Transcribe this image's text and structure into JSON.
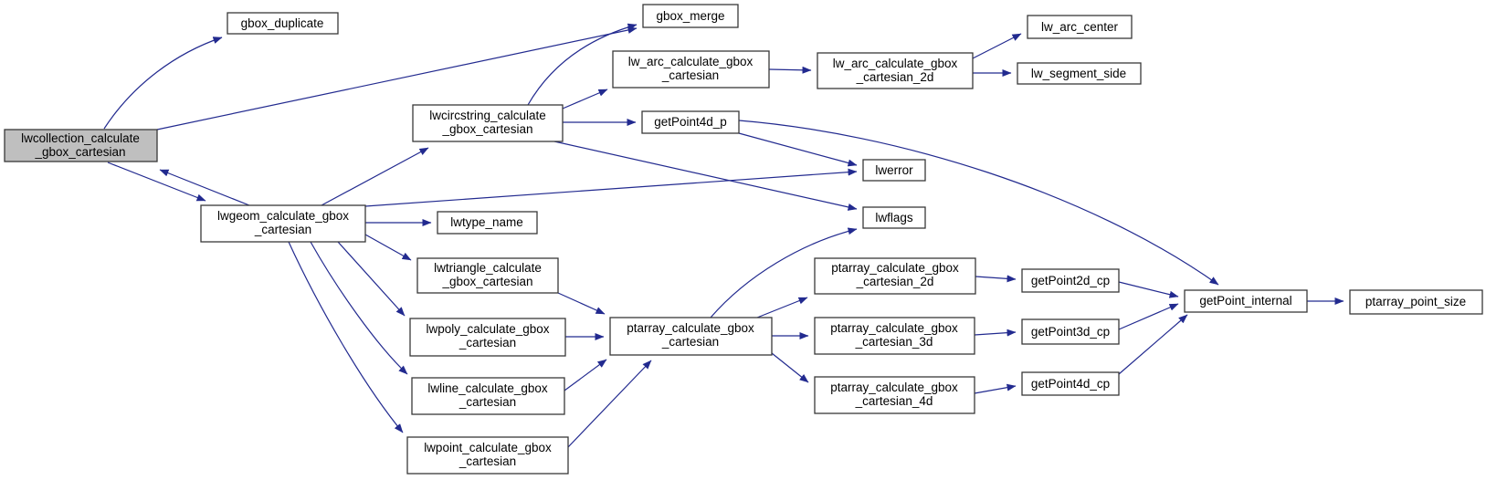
{
  "diagram": {
    "type": "call-graph",
    "root_function": "lwcollection_calculate_gbox_cartesian",
    "colors": {
      "edge": "#222a8f",
      "node_border": "#383838",
      "node_fill": "#ffffff",
      "highlight_fill": "#bfbfbf",
      "text": "#000000",
      "background": "#ffffff"
    }
  },
  "nodes": {
    "lwcollection": {
      "label": "lwcollection_calculate_gbox_cartesian",
      "lines": [
        "lwcollection_calculate",
        "_gbox_cartesian"
      ],
      "highlighted": true
    },
    "gbox_duplicate": {
      "label": "gbox_duplicate",
      "lines": [
        "gbox_duplicate"
      ]
    },
    "gbox_merge": {
      "label": "gbox_merge",
      "lines": [
        "gbox_merge"
      ]
    },
    "lw_arc": {
      "label": "lw_arc_calculate_gbox_cartesian",
      "lines": [
        "lw_arc_calculate_gbox",
        "_cartesian"
      ]
    },
    "lw_arc_2d": {
      "label": "lw_arc_calculate_gbox_cartesian_2d",
      "lines": [
        "lw_arc_calculate_gbox",
        "_cartesian_2d"
      ]
    },
    "lw_arc_center": {
      "label": "lw_arc_center",
      "lines": [
        "lw_arc_center"
      ]
    },
    "lw_segment_side": {
      "label": "lw_segment_side",
      "lines": [
        "lw_segment_side"
      ]
    },
    "lwcircstring": {
      "label": "lwcircstring_calculate_gbox_cartesian",
      "lines": [
        "lwcircstring_calculate",
        "_gbox_cartesian"
      ]
    },
    "getPoint4d_p": {
      "label": "getPoint4d_p",
      "lines": [
        "getPoint4d_p"
      ]
    },
    "lwerror": {
      "label": "lwerror",
      "lines": [
        "lwerror"
      ]
    },
    "lwflags": {
      "label": "lwflags",
      "lines": [
        "lwflags"
      ]
    },
    "lwgeom": {
      "label": "lwgeom_calculate_gbox_cartesian",
      "lines": [
        "lwgeom_calculate_gbox",
        "_cartesian"
      ]
    },
    "lwtype_name": {
      "label": "lwtype_name",
      "lines": [
        "lwtype_name"
      ]
    },
    "lwtriangle": {
      "label": "lwtriangle_calculate_gbox_cartesian",
      "lines": [
        "lwtriangle_calculate",
        "_gbox_cartesian"
      ]
    },
    "lwpoly": {
      "label": "lwpoly_calculate_gbox_cartesian",
      "lines": [
        "lwpoly_calculate_gbox",
        "_cartesian"
      ]
    },
    "lwline": {
      "label": "lwline_calculate_gbox_cartesian",
      "lines": [
        "lwline_calculate_gbox",
        "_cartesian"
      ]
    },
    "lwpoint": {
      "label": "lwpoint_calculate_gbox_cartesian",
      "lines": [
        "lwpoint_calculate_gbox",
        "_cartesian"
      ]
    },
    "ptarray": {
      "label": "ptarray_calculate_gbox_cartesian",
      "lines": [
        "ptarray_calculate_gbox",
        "_cartesian"
      ]
    },
    "ptarray_2d": {
      "label": "ptarray_calculate_gbox_cartesian_2d",
      "lines": [
        "ptarray_calculate_gbox",
        "_cartesian_2d"
      ]
    },
    "ptarray_3d": {
      "label": "ptarray_calculate_gbox_cartesian_3d",
      "lines": [
        "ptarray_calculate_gbox",
        "_cartesian_3d"
      ]
    },
    "ptarray_4d": {
      "label": "ptarray_calculate_gbox_cartesian_4d",
      "lines": [
        "ptarray_calculate_gbox",
        "_cartesian_4d"
      ]
    },
    "getPoint2d_cp": {
      "label": "getPoint2d_cp",
      "lines": [
        "getPoint2d_cp"
      ]
    },
    "getPoint3d_cp": {
      "label": "getPoint3d_cp",
      "lines": [
        "getPoint3d_cp"
      ]
    },
    "getPoint4d_cp": {
      "label": "getPoint4d_cp",
      "lines": [
        "getPoint4d_cp"
      ]
    },
    "getPoint_internal": {
      "label": "getPoint_internal",
      "lines": [
        "getPoint_internal"
      ]
    },
    "ptarray_point_size": {
      "label": "ptarray_point_size",
      "lines": [
        "ptarray_point_size"
      ]
    }
  },
  "edges": [
    {
      "from": "lwcollection",
      "to": "gbox_duplicate"
    },
    {
      "from": "lwcollection",
      "to": "gbox_merge"
    },
    {
      "from": "lwcollection",
      "to": "lwgeom"
    },
    {
      "from": "lwgeom",
      "to": "lwcollection"
    },
    {
      "from": "lwgeom",
      "to": "lwcircstring"
    },
    {
      "from": "lwgeom",
      "to": "lwerror"
    },
    {
      "from": "lwgeom",
      "to": "lwtype_name"
    },
    {
      "from": "lwgeom",
      "to": "lwtriangle"
    },
    {
      "from": "lwgeom",
      "to": "lwpoly"
    },
    {
      "from": "lwgeom",
      "to": "lwline"
    },
    {
      "from": "lwgeom",
      "to": "lwpoint"
    },
    {
      "from": "lwcircstring",
      "to": "gbox_merge"
    },
    {
      "from": "lwcircstring",
      "to": "lw_arc"
    },
    {
      "from": "lwcircstring",
      "to": "getPoint4d_p"
    },
    {
      "from": "lwcircstring",
      "to": "lwflags"
    },
    {
      "from": "getPoint4d_p",
      "to": "lwerror"
    },
    {
      "from": "getPoint4d_p",
      "to": "getPoint_internal"
    },
    {
      "from": "lw_arc",
      "to": "lw_arc_2d"
    },
    {
      "from": "lw_arc_2d",
      "to": "lw_arc_center"
    },
    {
      "from": "lw_arc_2d",
      "to": "lw_segment_side"
    },
    {
      "from": "lwtriangle",
      "to": "ptarray"
    },
    {
      "from": "lwpoly",
      "to": "ptarray"
    },
    {
      "from": "lwline",
      "to": "ptarray"
    },
    {
      "from": "lwpoint",
      "to": "ptarray"
    },
    {
      "from": "ptarray",
      "to": "lwflags"
    },
    {
      "from": "ptarray",
      "to": "ptarray_2d"
    },
    {
      "from": "ptarray",
      "to": "ptarray_3d"
    },
    {
      "from": "ptarray",
      "to": "ptarray_4d"
    },
    {
      "from": "ptarray_2d",
      "to": "getPoint2d_cp"
    },
    {
      "from": "ptarray_3d",
      "to": "getPoint3d_cp"
    },
    {
      "from": "ptarray_4d",
      "to": "getPoint4d_cp"
    },
    {
      "from": "getPoint2d_cp",
      "to": "getPoint_internal"
    },
    {
      "from": "getPoint3d_cp",
      "to": "getPoint_internal"
    },
    {
      "from": "getPoint4d_cp",
      "to": "getPoint_internal"
    },
    {
      "from": "getPoint_internal",
      "to": "ptarray_point_size"
    }
  ]
}
